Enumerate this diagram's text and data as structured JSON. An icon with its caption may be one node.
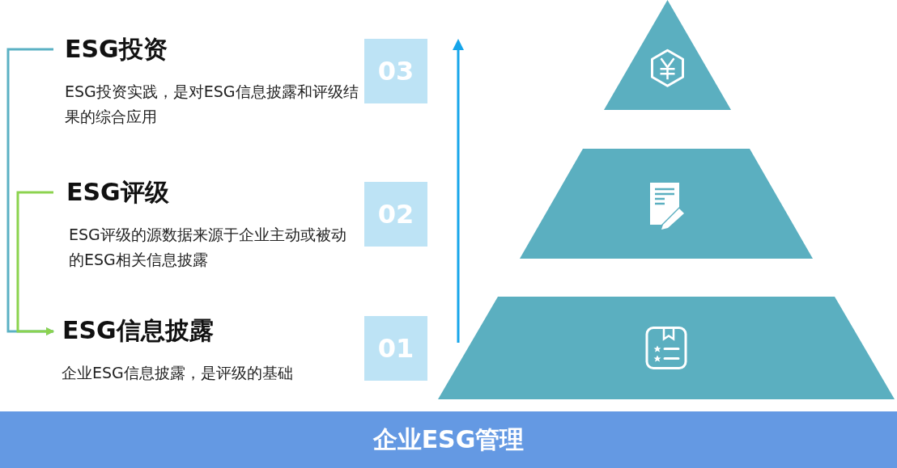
{
  "diagram": {
    "nodes": [
      {
        "text": [
          "ESG投资",
          "ESG投资实践，是对ESG信息披露和评级结果的综合应用"
        ]
      },
      {
        "text": [
          "ESG评级",
          "ESG评级的源数据来源于企业主动或被动的ESG相关信息披露"
        ]
      },
      {
        "text": [
          "ESG信息披露",
          "企业ESG信息披露，是评级的基础"
        ]
      },
      {
        "text": [
          "03"
        ]
      },
      {
        "text": [
          "02"
        ]
      },
      {
        "text": [
          "01"
        ]
      },
      {
        "text": [],
        "shape": "triangle"
      },
      {
        "text": [],
        "shape": "trapezoid"
      },
      {
        "text": [],
        "shape": "trapezoid"
      },
      {
        "text": [
          "企业ESG管理"
        ]
      }
    ],
    "edges": [
      {
        "from": 0,
        "to": 2,
        "arrow": "to",
        "color": "#5bb1c4"
      },
      {
        "from": 1,
        "to": 2,
        "arrow": "to",
        "color": "#8cd34f"
      }
    ]
  }
}
